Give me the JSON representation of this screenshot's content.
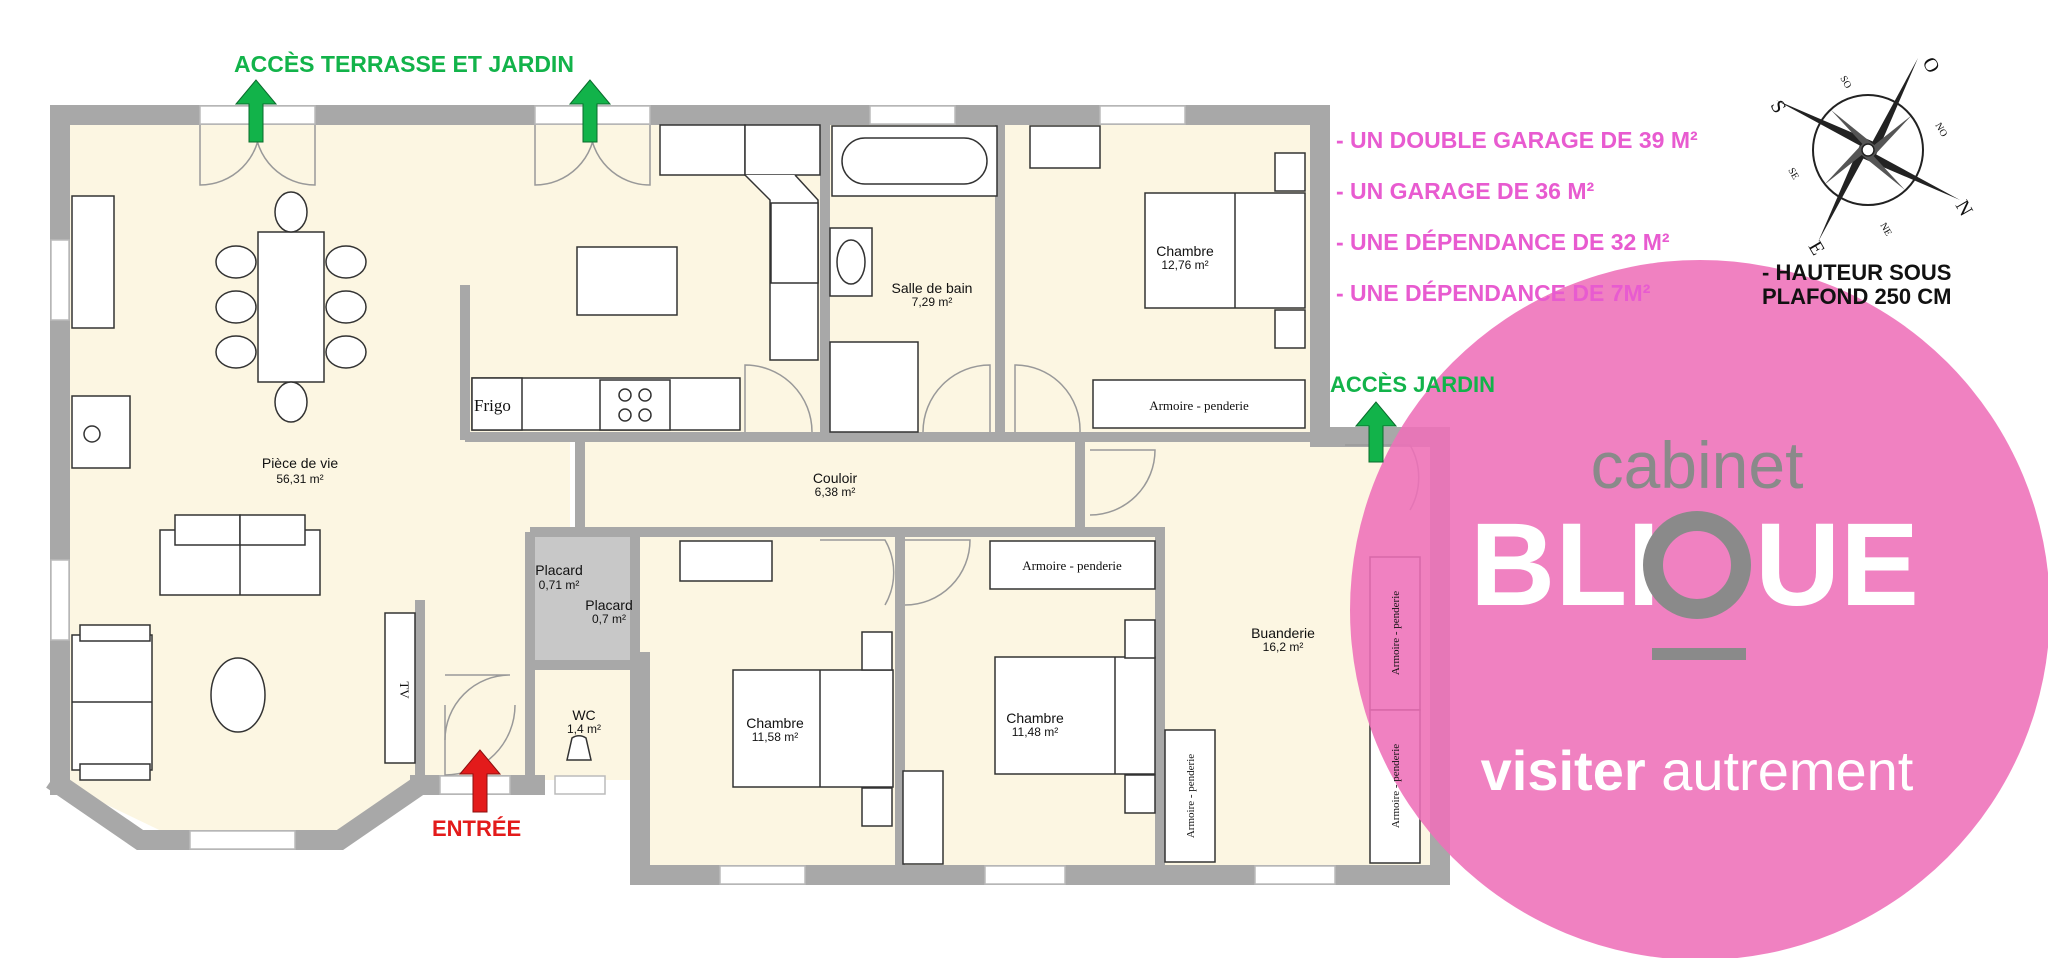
{
  "access": {
    "terrace_garden": "ACCÈS TERRASSE ET JARDIN",
    "garden": "ACCÈS JARDIN",
    "entrance": "ENTRÉE"
  },
  "features": [
    "- UN DOUBLE GARAGE DE 39 M²",
    "- UN GARAGE DE 36 M²",
    "- UNE DÉPENDANCE DE 32 M²",
    "- UNE DÉPENDANCE DE 7M²"
  ],
  "ceiling": {
    "line1": "- HAUTEUR SOUS",
    "line2": "PLAFOND 250 CM"
  },
  "compass": {
    "n": "N",
    "s": "S",
    "e": "E",
    "o": "O",
    "ne": "NE",
    "no": "NO",
    "se": "SE",
    "so": "SO"
  },
  "rooms": {
    "living": {
      "name": "Pièce de vie",
      "area": "56,31 m²"
    },
    "bath": {
      "name": "Salle de bain",
      "area": "7,29 m²"
    },
    "bed1": {
      "name": "Chambre",
      "area": "12,76 m²"
    },
    "hall": {
      "name": "Couloir",
      "area": "6,38 m²"
    },
    "closet1": {
      "name": "Placard",
      "area": "0,71 m²"
    },
    "closet2": {
      "name": "Placard",
      "area": "0,7 m²"
    },
    "wc": {
      "name": "WC",
      "area": "1,4 m²"
    },
    "bed2": {
      "name": "Chambre",
      "area": "11,58 m²"
    },
    "bed3": {
      "name": "Chambre",
      "area": "11,48 m²"
    },
    "laundry": {
      "name": "Buanderie",
      "area": "16,2 m²"
    }
  },
  "furniture": {
    "fridge": "Frigo",
    "wardrobe": "Armoire - penderie",
    "tv": "TV"
  },
  "brand": {
    "cabinet": "cabinet",
    "blique_b": "BLI",
    "blique_q": "Q",
    "blique_ue": "UE",
    "tagline_bold": "visiter",
    "tagline_light": "autrement",
    "circle_color": "#ee6fb8",
    "logo_gray": "#8a8a8a"
  },
  "colors": {
    "floor": "#fcf6e2",
    "wall": "#a8a8a8",
    "closet": "#c8c8c8",
    "green_arrow": "#12b34a",
    "red_arrow": "#e31b1b",
    "feature_text": "#e85bd0"
  }
}
